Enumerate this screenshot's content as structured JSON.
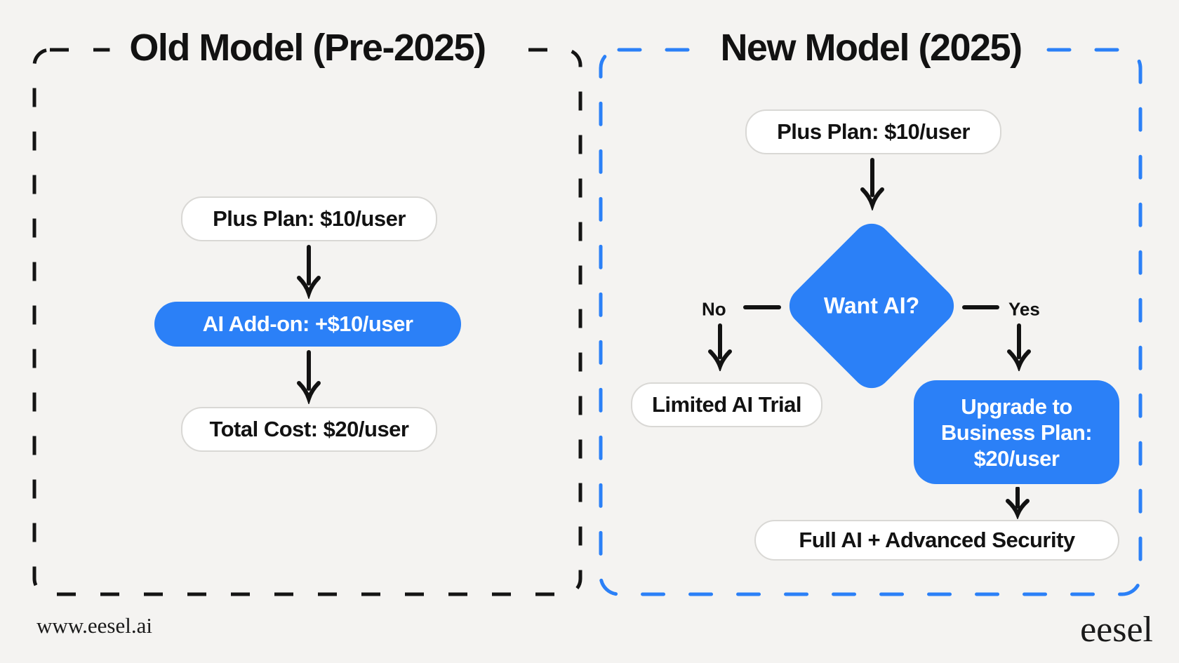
{
  "page": {
    "background": "#f4f3f1",
    "ink": "#121212",
    "accent_blue": "#2b80f7",
    "footer": {
      "website": "www.eesel.ai",
      "brand": "eesel"
    }
  },
  "old_model": {
    "title": "Old Model (Pre-2025)",
    "steps": [
      {
        "label": "Plus Plan: $10/user",
        "variant": "white"
      },
      {
        "label": "AI Add-on: +$10/user",
        "variant": "blue"
      },
      {
        "label": "Total Cost: $20/user",
        "variant": "white"
      }
    ]
  },
  "new_model": {
    "title": "New Model (2025)",
    "start": "Plus Plan: $10/user",
    "decision": "Want AI?",
    "branch_no": {
      "label": "No",
      "result": "Limited AI Trial"
    },
    "branch_yes": {
      "label": "Yes",
      "result_lines": [
        "Upgrade to",
        "Business Plan:",
        "$20/user"
      ],
      "final": "Full AI + Advanced Security"
    }
  }
}
